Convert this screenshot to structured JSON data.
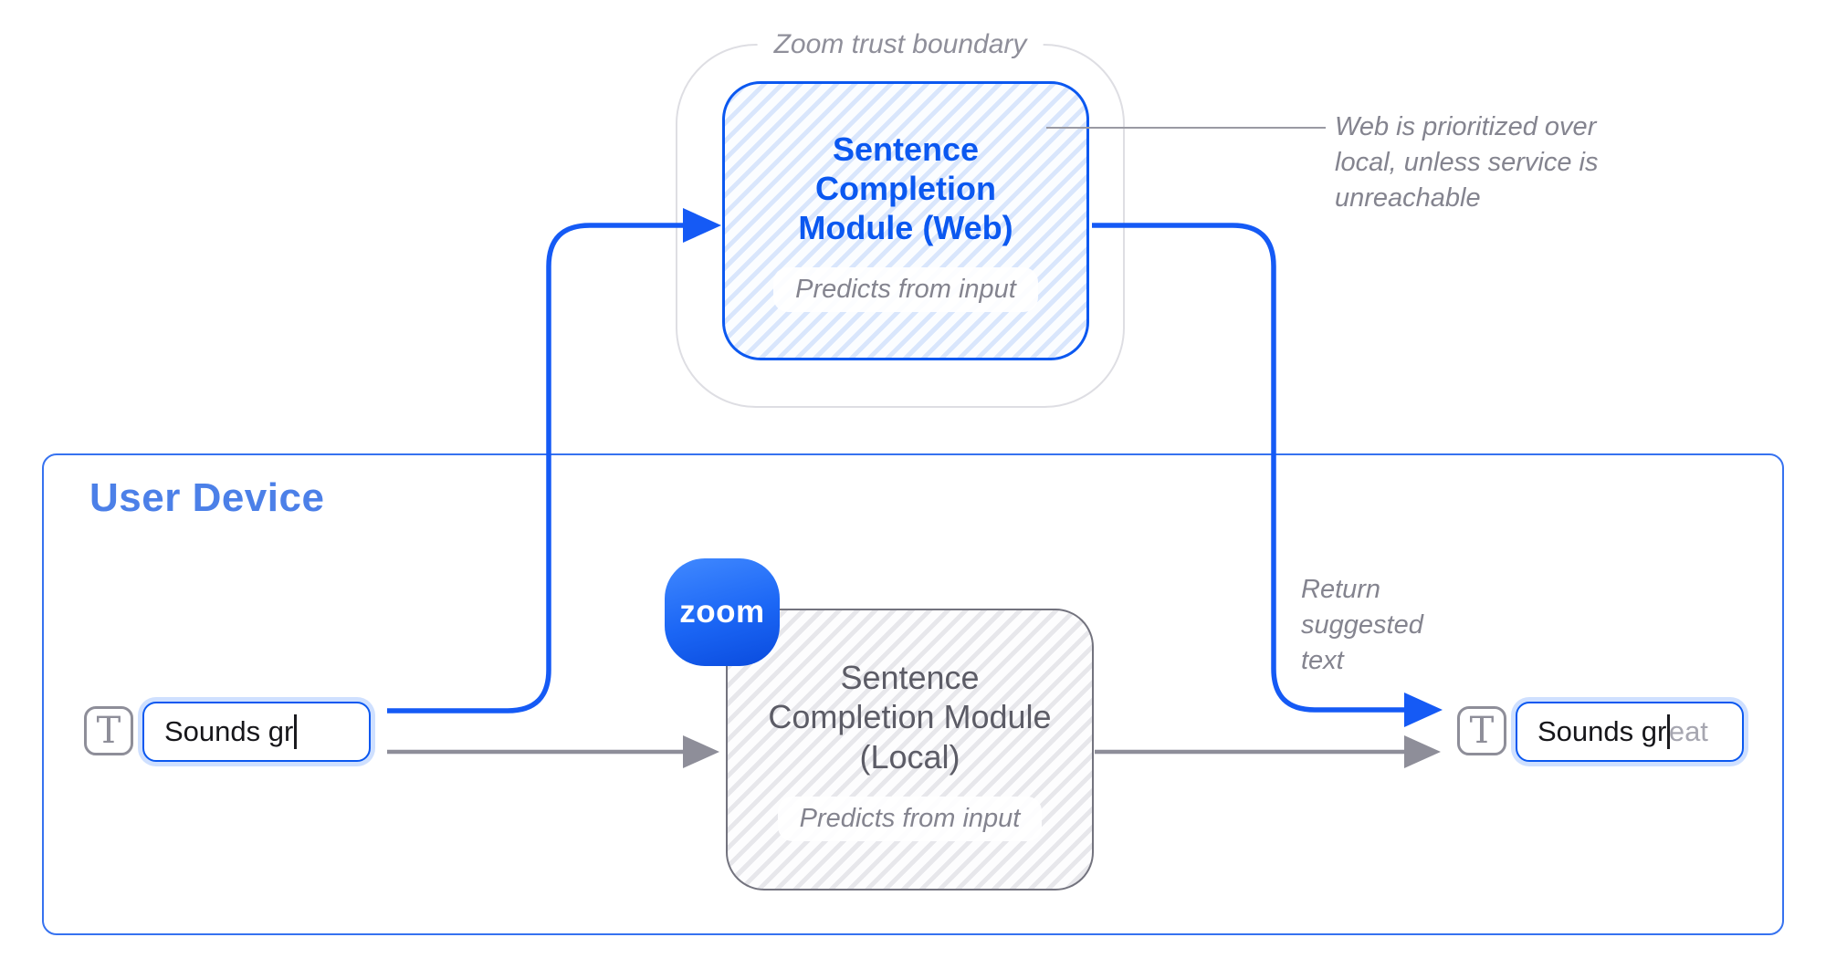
{
  "diagram": {
    "trust_boundary": {
      "label": "Zoom trust boundary"
    },
    "web_module": {
      "title": "Sentence Completion Module (Web)",
      "subtitle": "Predicts from input"
    },
    "web_annotation": "Web is prioritized over local, unless service is unreachable",
    "user_device": {
      "label": "User Device"
    },
    "zoom_badge": {
      "label": "zoom"
    },
    "local_module": {
      "title": "Sentence Completion Module (Local)",
      "subtitle": "Predicts from input"
    },
    "return_annotation": "Return suggested text",
    "input_field": {
      "value": "Sounds gr"
    },
    "output_field": {
      "typed": "Sounds gr",
      "suggestion": "eat"
    },
    "text_tool_icon_glyph": "T",
    "colors": {
      "zoom_blue": "#0b58f0",
      "arrow_blue": "#155af5",
      "arrow_gray": "#8e8e99",
      "boundary_gray": "#dedee3",
      "annotation_gray": "#84848f",
      "user_device_border": "#3672f0",
      "user_device_label": "#4c80e8",
      "local_border": "#73737e",
      "suggestion_gray": "#a6a6b0",
      "badge_gradient_top": "#4189ff",
      "badge_gradient_bottom": "#0a4bdd"
    }
  }
}
